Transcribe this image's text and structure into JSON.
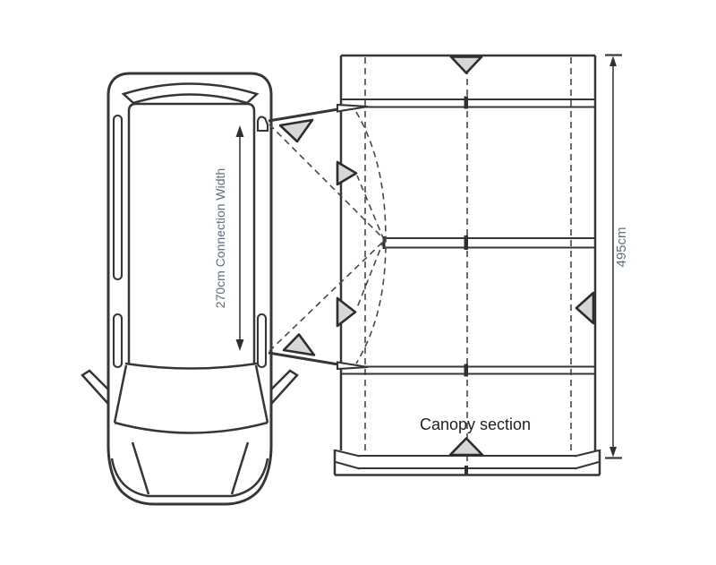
{
  "diagram": {
    "type": "driveaway-awning-footprint-top-view",
    "labels": {
      "connection_width": "270cm Connection Width",
      "depth": "495cm",
      "canopy": "Canopy section"
    },
    "measurements": [
      {
        "name": "connection-width",
        "value": "270cm"
      },
      {
        "name": "overall-depth",
        "value": "495cm"
      }
    ],
    "colors": {
      "background": "#ffffff",
      "outline": "#363636",
      "dashed_guide": "#474747",
      "peg_fill": "#d6d7d8",
      "dimension_text": "#5e6e7e",
      "canopy_label_text": "#221e1f"
    }
  }
}
